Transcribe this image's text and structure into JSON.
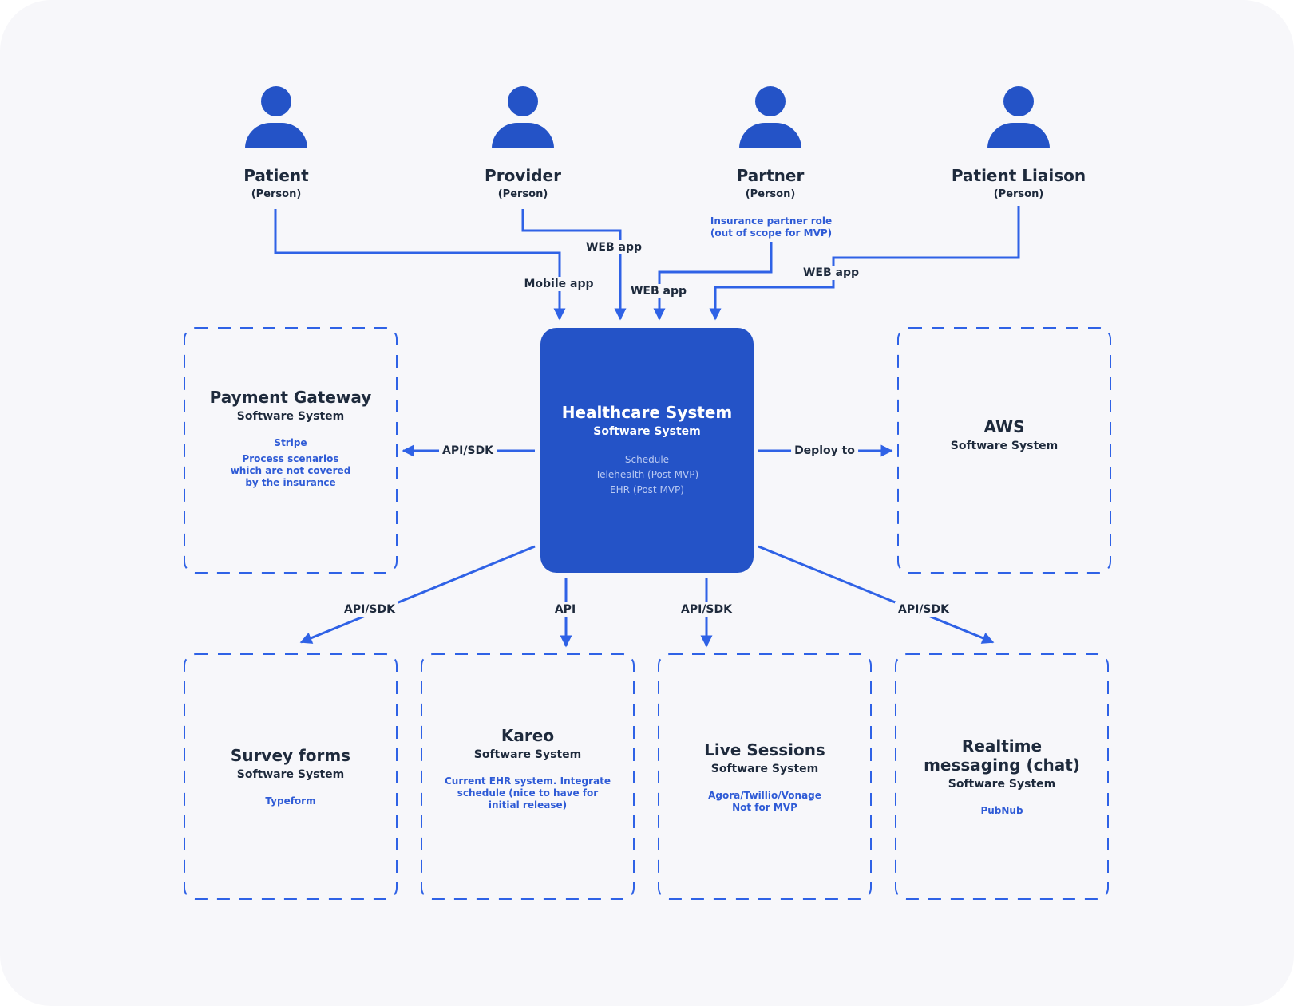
{
  "persons": [
    {
      "name": "Patient",
      "kind": "(Person)"
    },
    {
      "name": "Provider",
      "kind": "(Person)"
    },
    {
      "name": "Partner",
      "kind": "(Person)",
      "note": "Insurance partner role (out of scope for MVP)"
    },
    {
      "name": "Patient Liaison",
      "kind": "(Person)"
    }
  ],
  "core": {
    "title": "Healthcare System",
    "subtitle": "Software System",
    "features": [
      "Schedule",
      "Telehealth (Post MVP)",
      "EHR (Post MVP)"
    ]
  },
  "systems": {
    "payment": {
      "title": "Payment Gateway",
      "subtitle": "Software System",
      "desc": [
        "Stripe",
        "Process scenarios\nwhich are not covered\nby the insurance"
      ]
    },
    "aws": {
      "title": "AWS",
      "subtitle": "Software System",
      "desc": []
    },
    "survey": {
      "title": "Survey forms",
      "subtitle": "Software System",
      "desc": [
        "Typeform"
      ]
    },
    "kareo": {
      "title": "Kareo",
      "subtitle": "Software System",
      "desc": [
        "Current EHR system. Integrate schedule (nice to have for initial release)"
      ]
    },
    "live": {
      "title": "Live Sessions",
      "subtitle": "Software System",
      "desc": [
        "Agora/Twillio/Vonage",
        "Not for MVP"
      ]
    },
    "chat": {
      "title": "Realtime messaging (chat)",
      "subtitle": "Software System",
      "desc": [
        "PubNub"
      ]
    }
  },
  "relations": {
    "patient": "Mobile app",
    "provider": "WEB app",
    "partner": "WEB app",
    "liaison": "WEB app",
    "payment": "API/SDK",
    "aws": "Deploy to",
    "survey": "API/SDK",
    "kareo": "API",
    "live": "API/SDK",
    "chat": "API/SDK"
  },
  "colors": {
    "accent": "#2453c7",
    "line": "#2f62e6",
    "text": "#1e2a3c",
    "note": "#2f5bd6",
    "background": "#f7f7fa"
  }
}
